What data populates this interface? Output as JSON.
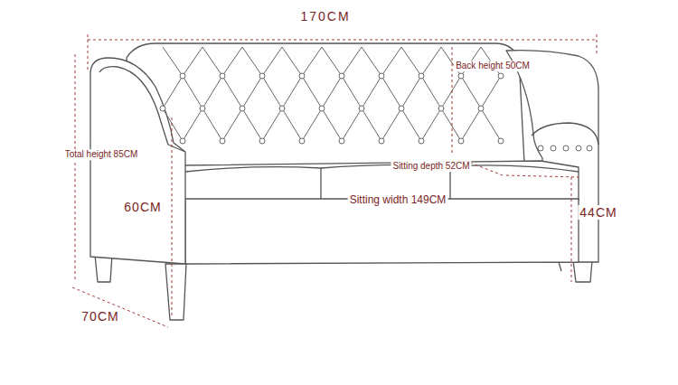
{
  "diagram": {
    "labels": [
      "170CM",
      "Back height 50CM",
      "Total height 85CM",
      "Sitting depth 52CM",
      "60CM",
      "Sitting width 149CM",
      "44CM",
      "70CM"
    ]
  }
}
